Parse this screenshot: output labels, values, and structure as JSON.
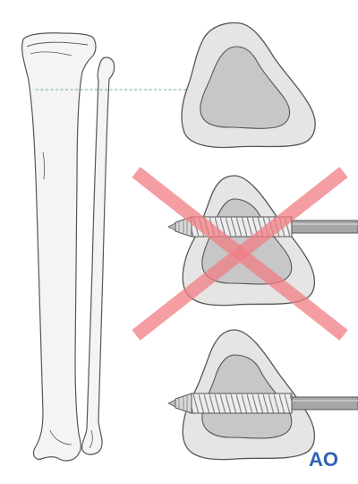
{
  "figure": {
    "logo_text": "AO",
    "colors": {
      "bone_fill": "#f4f4f2",
      "bone_outline": "#55565a",
      "cortex_fill": "#e7e5e3",
      "medulla_fill": "#c7c7c7",
      "screw_shaft": "#a6a6a6",
      "screw_thread": "#d9d9d9",
      "cross_mark": "#f07c84",
      "level_line": "#6ea5a6",
      "logo": "#2f62b2"
    },
    "panels": [
      {
        "name": "cross-section-reference",
        "screw": false,
        "rejected": false
      },
      {
        "name": "cross-section-incorrect-screw",
        "screw": true,
        "rejected": true
      },
      {
        "name": "cross-section-correct-screw",
        "screw": true,
        "rejected": false
      }
    ]
  }
}
